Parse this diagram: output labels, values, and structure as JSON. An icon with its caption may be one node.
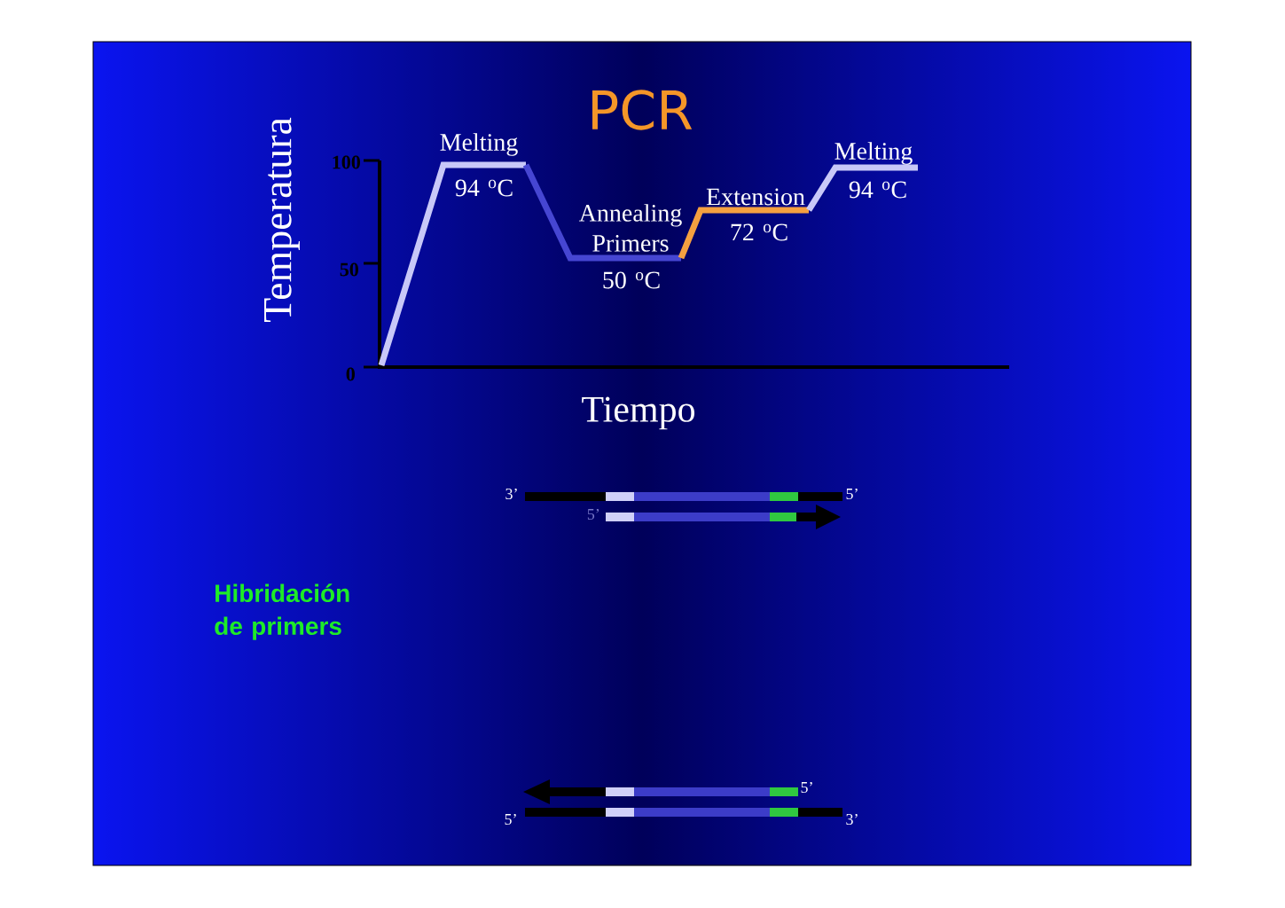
{
  "diagram": {
    "title": "PCR",
    "labels": [
      "Temperatura",
      "100",
      "50",
      "0",
      "Melting",
      "94 $^{o}$C",
      "Annealing Primers",
      "50 $^{o}$C",
      "Extension",
      "72 $^{o}$C",
      "Melting",
      "94 $^{o}$C",
      "Tiempo",
      "3’",
      "5’",
      "5’",
      "Hibridación de primers",
      "5’",
      "5’",
      "3’"
    ]
  }
}
